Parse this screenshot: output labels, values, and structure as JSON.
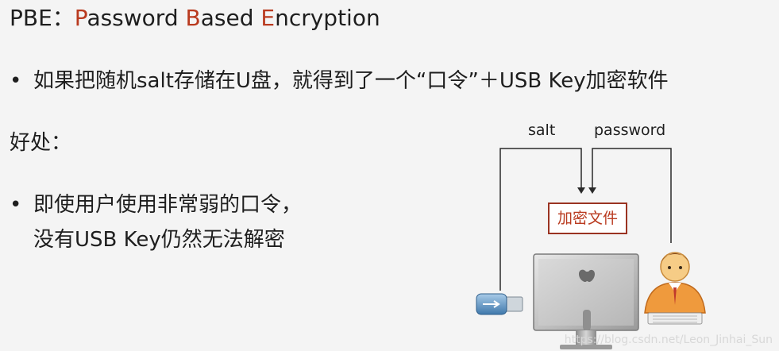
{
  "title": {
    "p_letter": "P",
    "p_rest": "assword ",
    "b_letter": "B",
    "b_rest": "ased ",
    "e_letter": "E",
    "e_rest": "ncryption",
    "prefix": "PBE："
  },
  "bullet1": {
    "dot": "•",
    "text": "如果把随机salt存储在U盘，就得到了一个“口令”＋USB Key加密软件"
  },
  "benefits_heading": "好处：",
  "bullet2": {
    "dot": "•",
    "line1": "即使用户使用非常弱的口令，",
    "line2": "没有USB Key仍然无法解密"
  },
  "diagram": {
    "salt_label": "salt",
    "password_label": "password",
    "box_label": "加密文件",
    "usb_icon": "usb-drive-icon",
    "computer_icon": "imac-computer-icon",
    "user_icon": "user-at-keyboard-icon",
    "accent_color": "#b93a1f",
    "line_color": "#2a2a2a"
  },
  "watermark": "https://blog.csdn.net/Leon_Jinhai_Sun"
}
